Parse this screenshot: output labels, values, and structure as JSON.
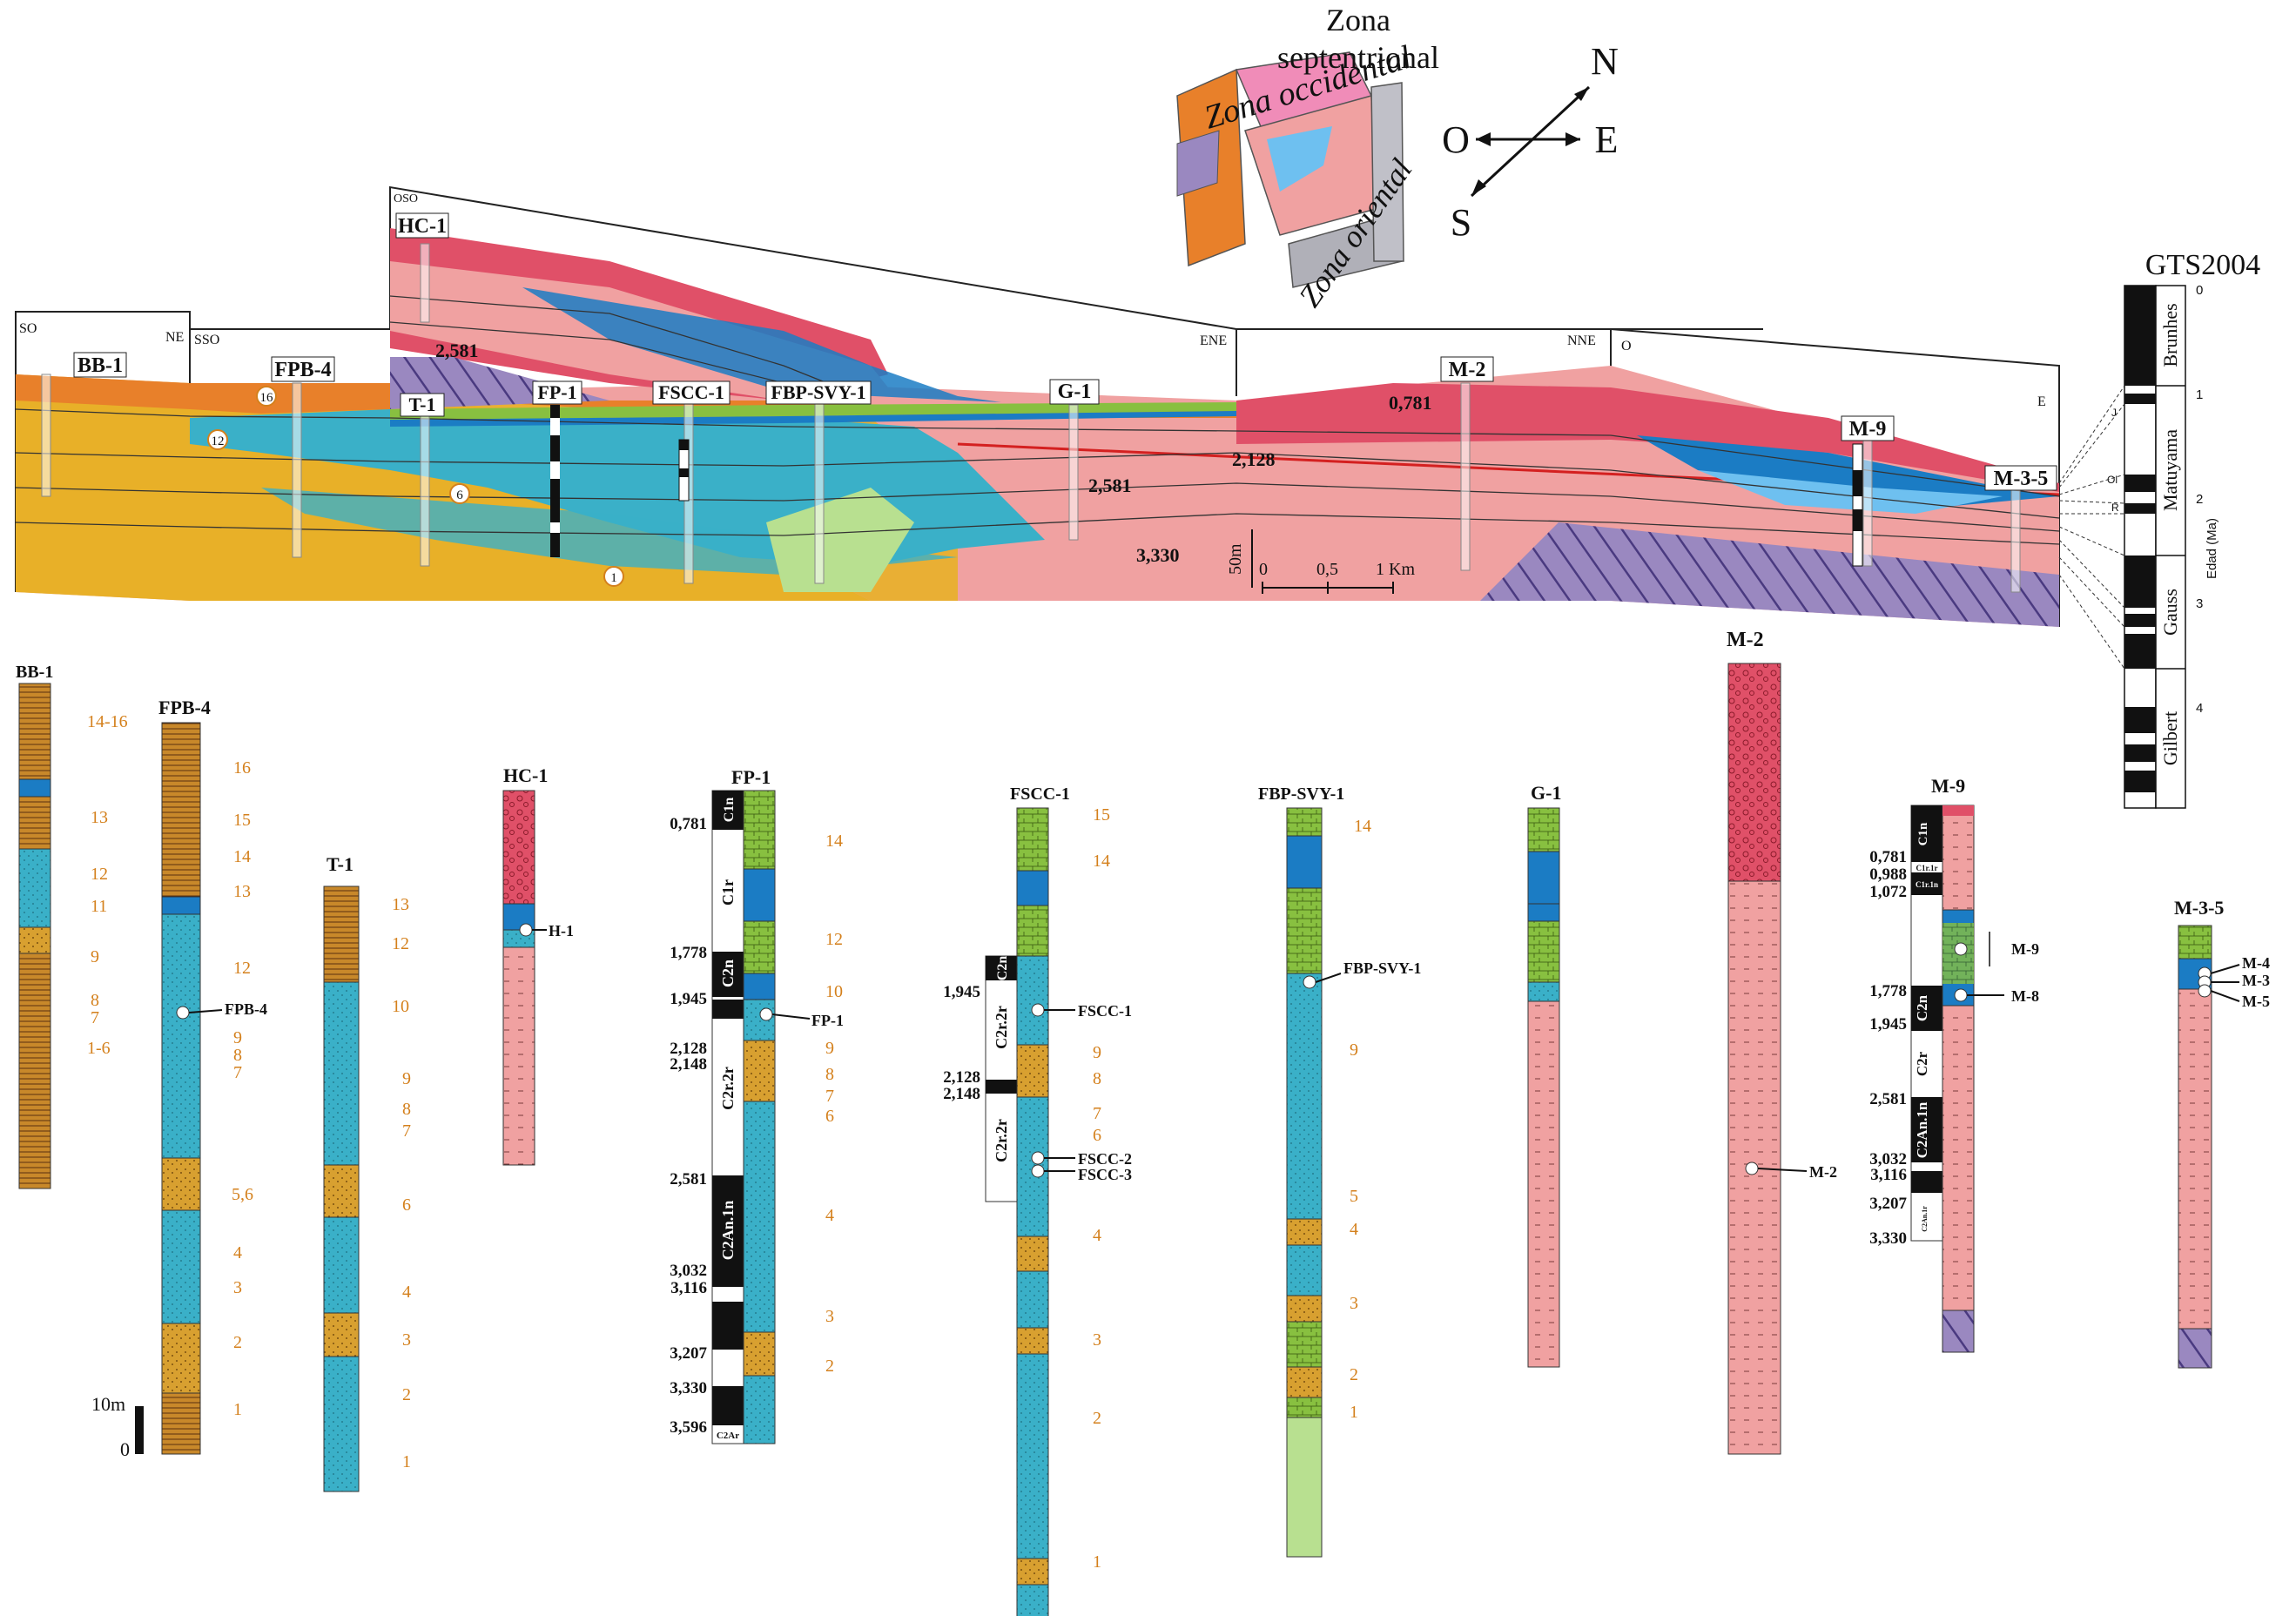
{
  "inset": {
    "zona_occidental": "Zona occidental",
    "zona_septentrional_1": "Zona",
    "zona_septentrional_2": "septentrional",
    "zona_oriental": "Zona oriental"
  },
  "compass": {
    "n": "N",
    "s": "S",
    "e": "E",
    "o": "O"
  },
  "panels": {
    "p1_left": "SO",
    "p1_right": "NE",
    "p2_left": "SSO",
    "p3_left": "OSO",
    "p3_right": "ENE",
    "p4_right": "NNE",
    "p5_left": "O",
    "p5_right": "E"
  },
  "section_wells": [
    "BB-1",
    "FPB-4",
    "HC-1",
    "T-1",
    "FP-1",
    "FSCC-1",
    "FBP-SVY-1",
    "G-1",
    "M-2",
    "M-9",
    "M-3-5"
  ],
  "section_ages": {
    "a0781": "0,781",
    "a2128": "2,128",
    "a2581_hc": "2,581",
    "a2581_g": "2,581",
    "a3330": "3,330"
  },
  "section_units": [
    "16",
    "12",
    "6",
    "1"
  ],
  "scale": {
    "vertical": "50m",
    "z0": "0",
    "z05": "0,5",
    "z1": "1 Km"
  },
  "gts": {
    "title": "GTS2004",
    "ticks": [
      "0",
      "1",
      "2",
      "3",
      "4"
    ],
    "chrons": [
      "Brunhes",
      "Matuyama",
      "Gauss",
      "Gilbert"
    ],
    "axis": "Edad (Ma)",
    "small": [
      "J",
      "Ol",
      "R"
    ]
  },
  "logs": {
    "bb1": {
      "name": "BB-1",
      "units": [
        "14-16",
        "13",
        "12",
        "11",
        "9",
        "8",
        "7",
        "1-6"
      ]
    },
    "fpb4": {
      "name": "FPB-4",
      "units": [
        "16",
        "15",
        "14",
        "13",
        "12",
        "9",
        "8",
        "7",
        "5,6",
        "4",
        "3",
        "2",
        "1"
      ],
      "sample": "FPB-4"
    },
    "t1": {
      "name": "T-1",
      "units": [
        "13",
        "12",
        "10",
        "9",
        "8",
        "7",
        "6",
        "4",
        "3",
        "2",
        "1"
      ]
    },
    "hc1": {
      "name": "HC-1",
      "sample": "H-1"
    },
    "fp1": {
      "name": "FP-1",
      "ages": [
        "0,781",
        "1,778",
        "1,945",
        "2,128",
        "2,148",
        "2,581",
        "3,032",
        "3,116",
        "3,207",
        "3,330",
        "3,596"
      ],
      "chrons": [
        "C1n",
        "C1r",
        "C2n",
        "C2r.2r",
        "C2An.1n",
        "C2Ar"
      ],
      "units": [
        "14",
        "12",
        "10",
        "9",
        "8",
        "7",
        "6",
        "4",
        "3",
        "2"
      ],
      "sample": "FP-1"
    },
    "fscc1": {
      "name": "FSCC-1",
      "ages": [
        "1,945",
        "2,128",
        "2,148"
      ],
      "chrons": [
        "C2n",
        "C2r.2r",
        "C2r.2r"
      ],
      "units": [
        "15",
        "14",
        "9",
        "8",
        "7",
        "6",
        "4",
        "3",
        "2",
        "1"
      ],
      "samples": [
        "FSCC-1",
        "FSCC-2",
        "FSCC-3"
      ]
    },
    "fbp": {
      "name": "FBP-SVY-1",
      "units": [
        "14",
        "9",
        "5",
        "4",
        "3",
        "2",
        "1"
      ],
      "sample": "FBP-SVY-1"
    },
    "g1": {
      "name": "G-1"
    },
    "m2": {
      "name": "M-2",
      "sample": "M-2"
    },
    "m9": {
      "name": "M-9",
      "ages": [
        "0,781",
        "0,988",
        "1,072",
        "1,778",
        "1,945",
        "2,581",
        "3,032",
        "3,116",
        "3,207",
        "3,330"
      ],
      "chrons": [
        "C1n",
        "C1r.1r",
        "C1r.1n",
        "C2n",
        "C2r",
        "C2An.1n",
        "C2An.1r"
      ],
      "samples": [
        "M-9",
        "M-8"
      ]
    },
    "m35": {
      "name": "M-3-5",
      "samples": [
        "M-4",
        "M-3",
        "M-5"
      ]
    }
  },
  "log_scale": {
    "top": "10m",
    "bottom": "0"
  },
  "colors": {
    "salmon": "#f0a1a1",
    "red": "#e05068",
    "orange": "#e8802a",
    "yellow": "#e8b028",
    "cyan": "#3ab0c8",
    "blue": "#1b7cc4",
    "green": "#88c040",
    "lightgreen": "#b8e090",
    "hatch": "#9a88c0",
    "unitnum": "#d4801c"
  }
}
